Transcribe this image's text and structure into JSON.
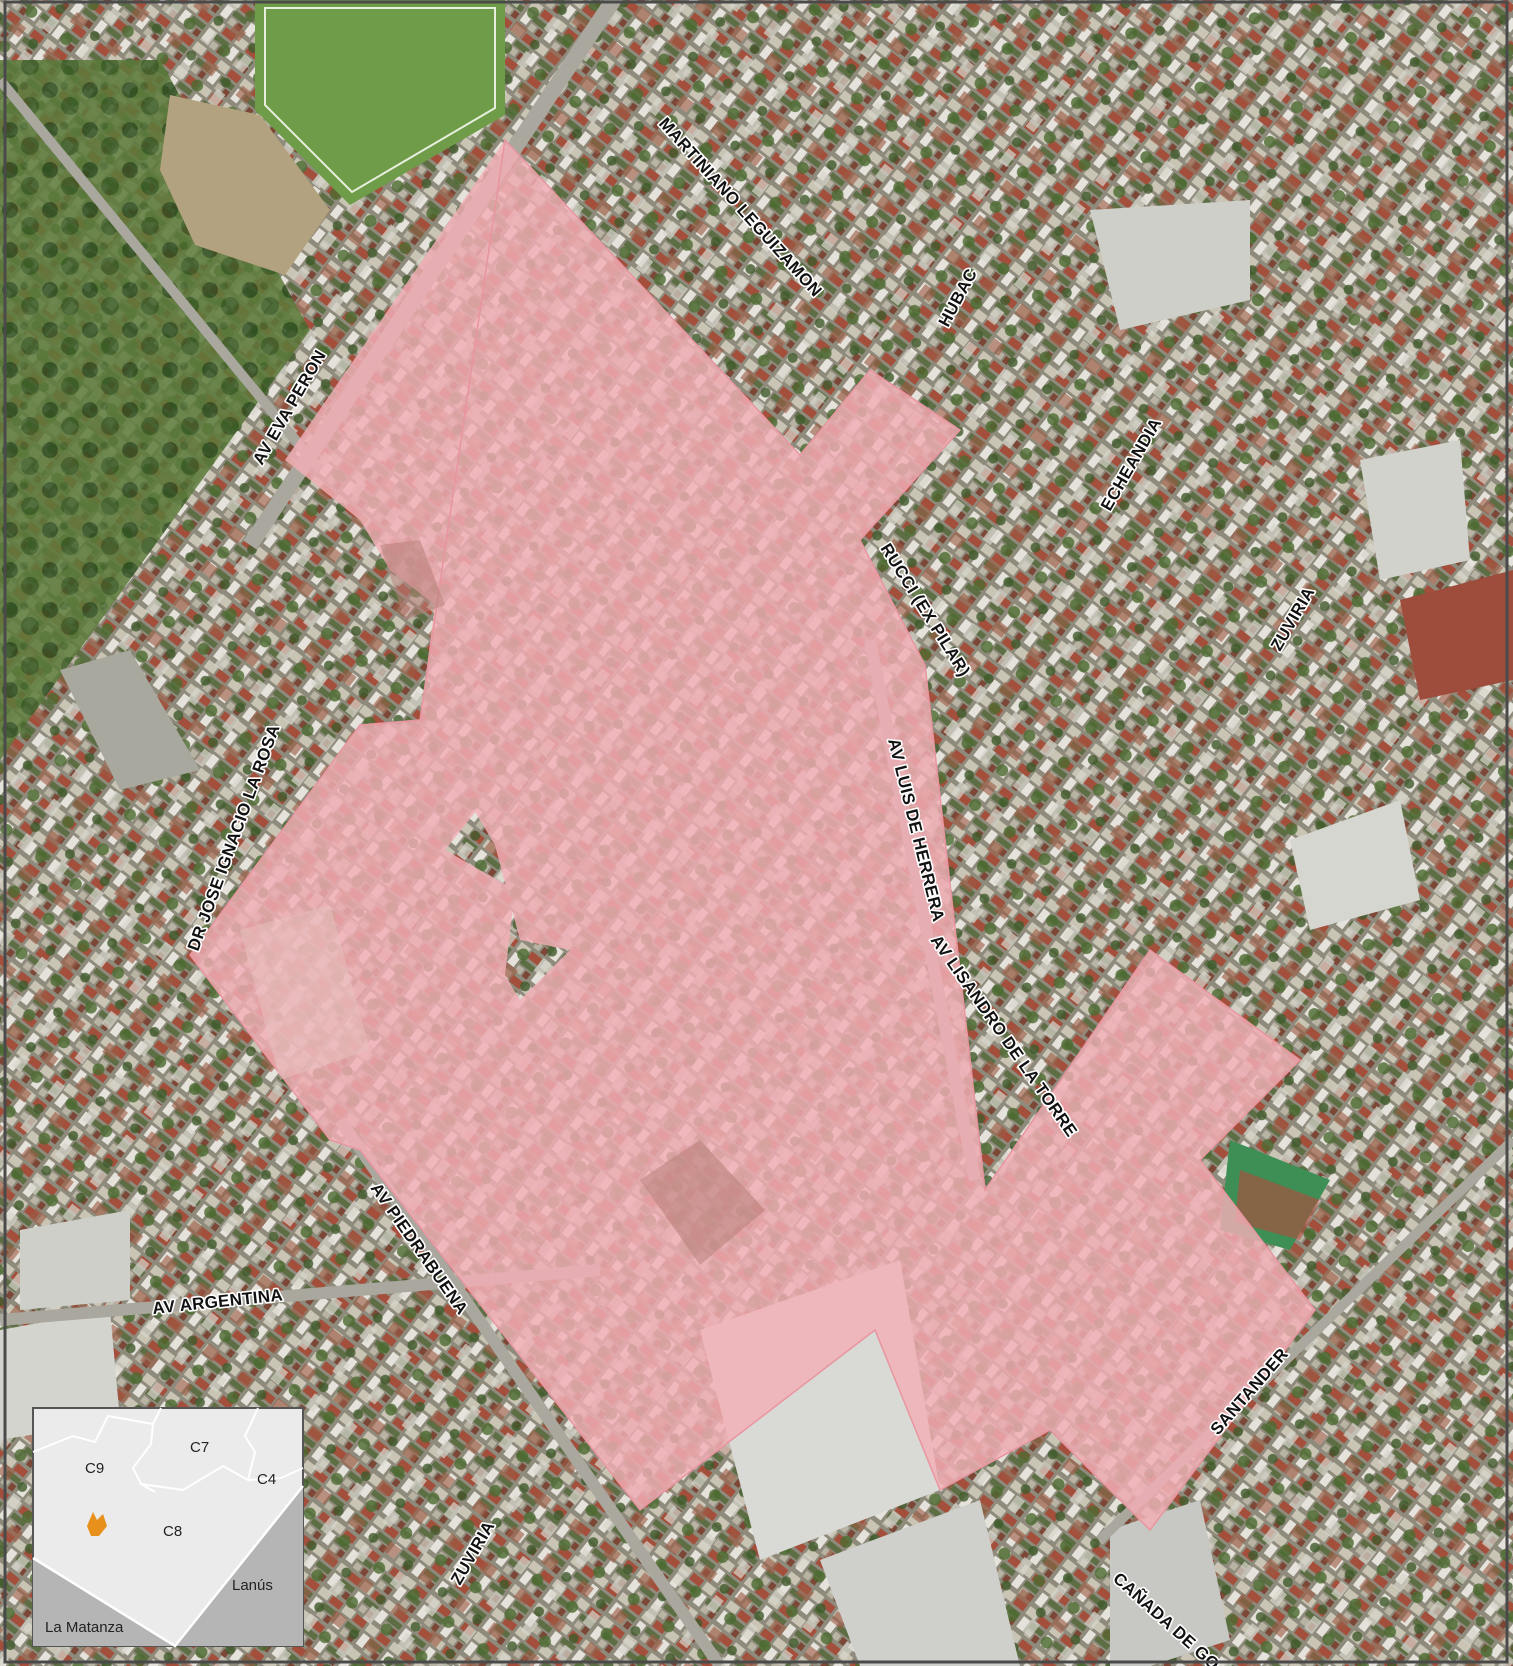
{
  "colors": {
    "zone_fill": "#f3aeb6",
    "zone_outline": "#e895a0",
    "imagery_base": "#8a8a7a",
    "inset_frame": "#555555",
    "inset_light": "#ebebeb",
    "inset_dark": "#b5b5b5",
    "highlight": "#e8901c"
  },
  "streets": {
    "av_eva_peron": "AV EVA PERON",
    "martiniano_leguizamon": "MARTINIANO LEGUIZAMON",
    "hubac": "HUBAC",
    "echeandia": "ECHEANDIA",
    "rucci": "RUCCI (EX PILAR)",
    "zuviria_north": "ZUVIRIA",
    "av_luis_de_herrera": "AV LUIS DE HERRERA",
    "av_lisandro_de_la_torre": "AV LISANDRO DE LA TORRE",
    "dr_jose_ignacio_la_rosa": "DR JOSE IGNACIO LA ROSA",
    "av_piedrabuena": "AV PIEDRABUENA",
    "av_argentina": "AV ARGENTINA",
    "santander": "SANTANDER",
    "zuviria_south": "ZUVIRIA",
    "canada_de_gomez": "CAÑADA DE GO"
  },
  "inset": {
    "c9": "C9",
    "c7": "C7",
    "c4": "C4",
    "c8": "C8",
    "lanus": "Lanús",
    "la_matanza": "La Matanza"
  }
}
